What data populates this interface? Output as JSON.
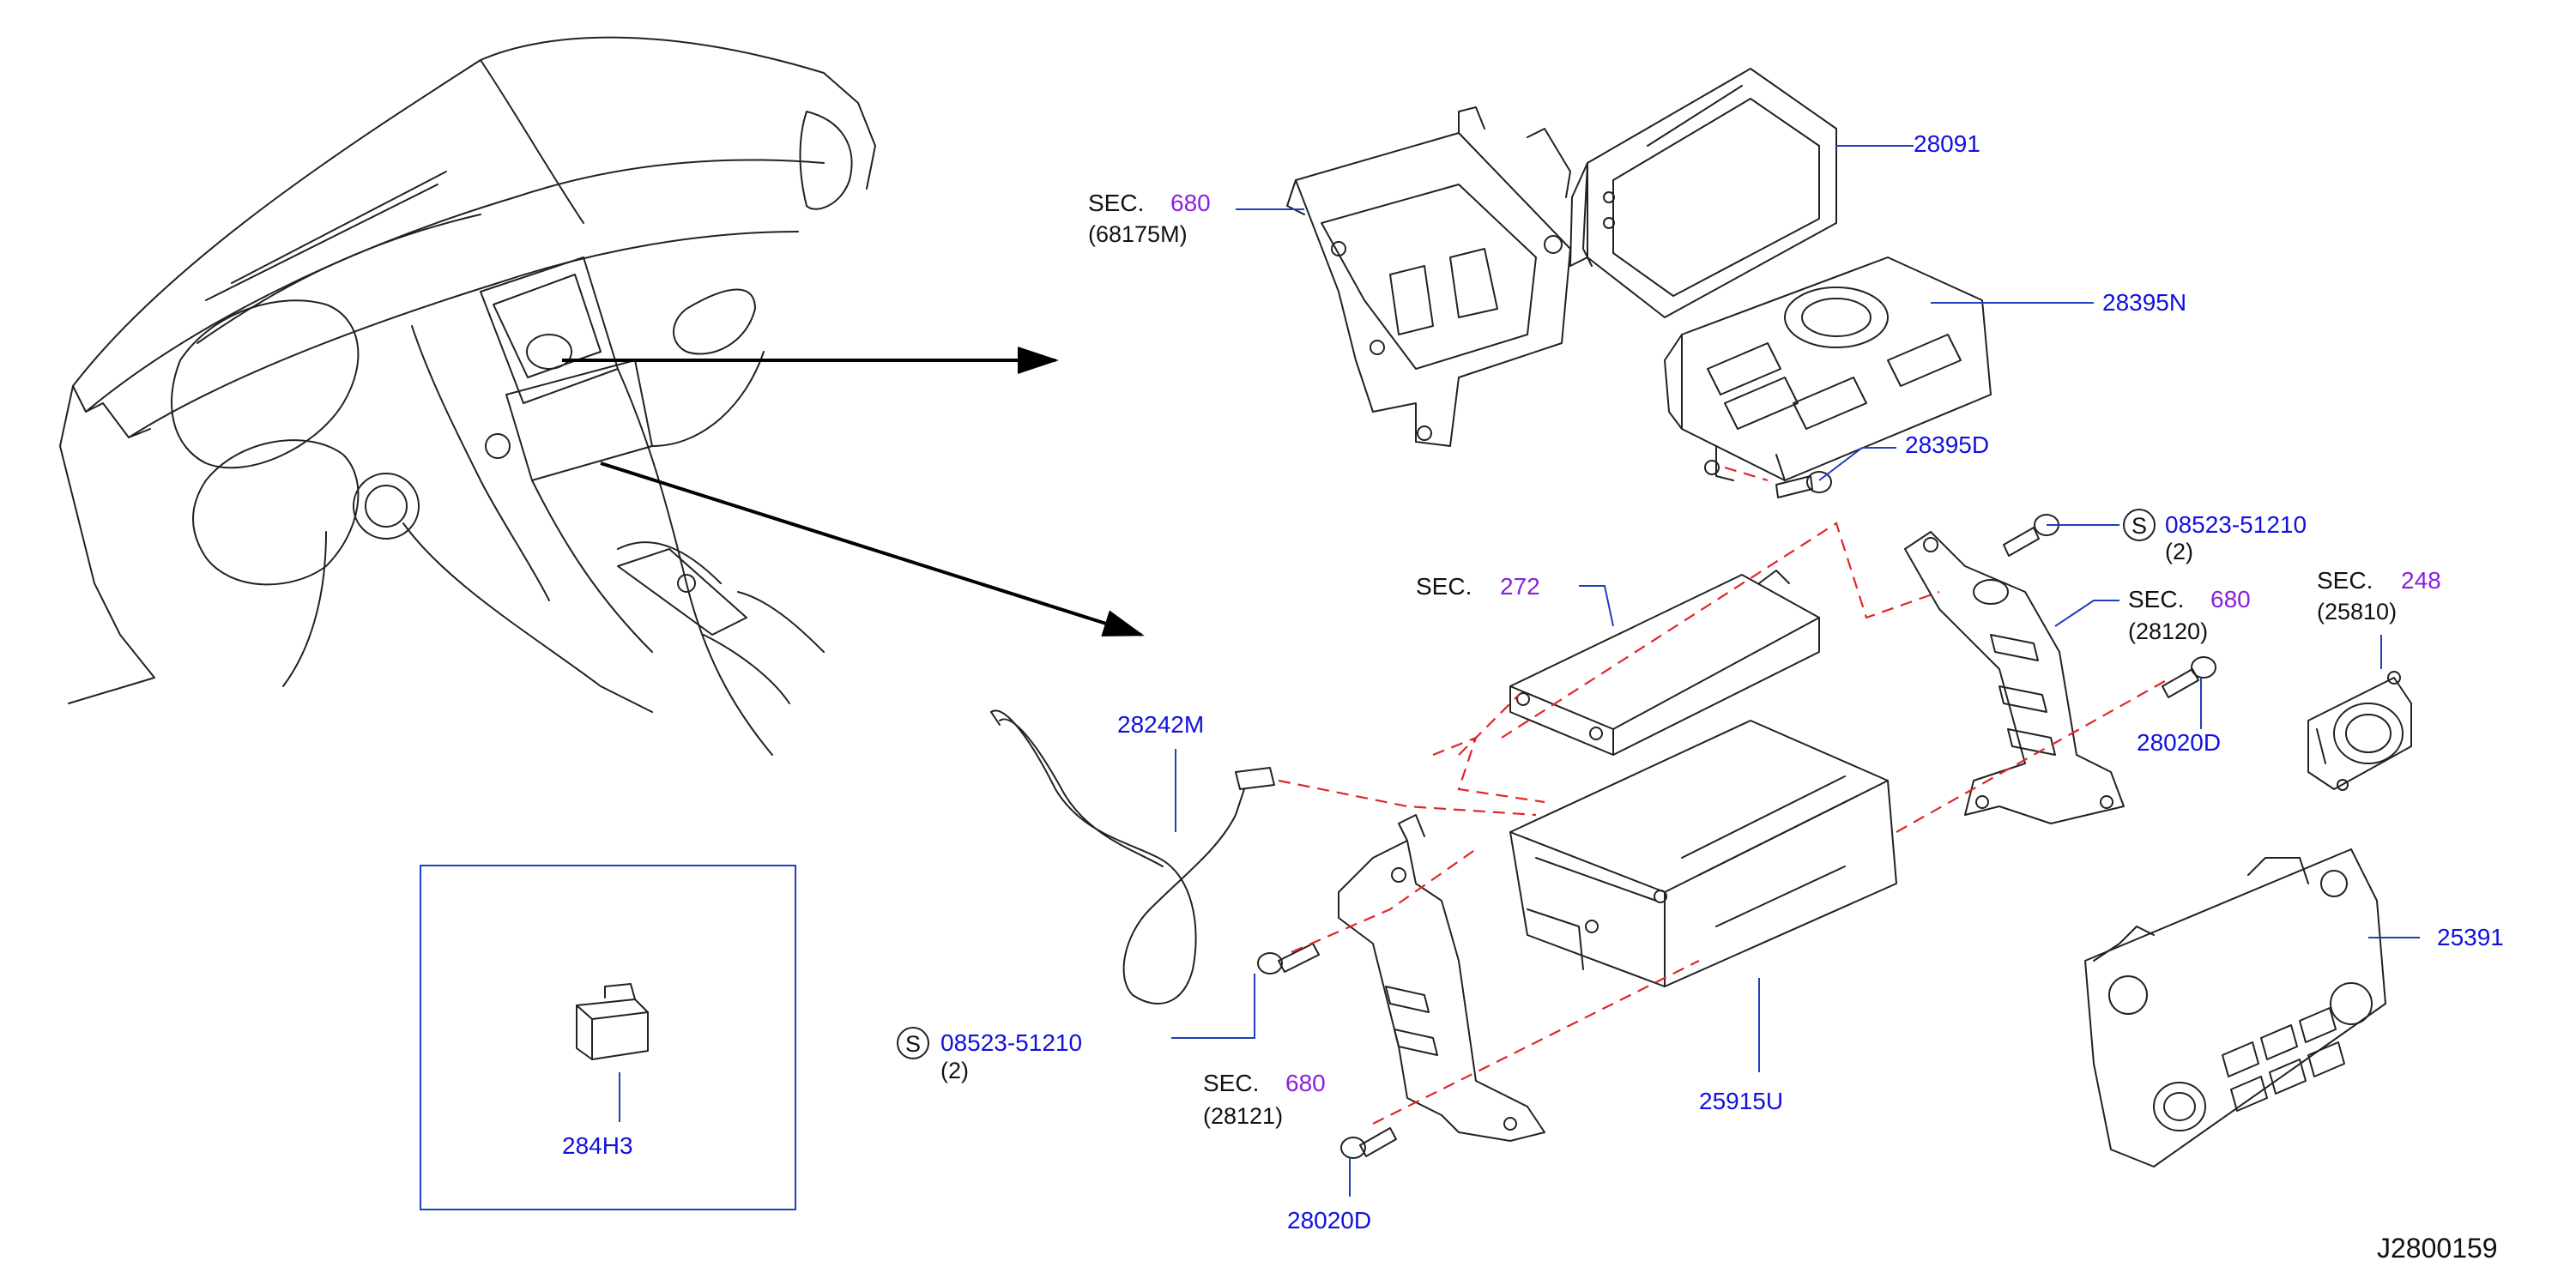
{
  "colors": {
    "part_number": "#1010e0",
    "section_number": "#8a1fdc",
    "leader": "#1e3fbf",
    "dashed": "#e0262b",
    "arrow": "#000000",
    "ink": "#222222"
  },
  "labels": {
    "p28091": "28091",
    "p28395N": "28395N",
    "p28395D": "28395D",
    "s_screw_top": "08523-51210",
    "s_screw_top_qty": "(2)",
    "s_screw_bottom": "08523-51210",
    "s_screw_bottom_qty": "(2)",
    "p28020D_right": "28020D",
    "p28020D_bottom": "28020D",
    "p28242M": "28242M",
    "p25915U": "25915U",
    "p25391": "25391",
    "p284H3": "284H3",
    "sec_prefix": "SEC.",
    "sec680_a": "680",
    "sec680_a_ref": "(68175M)",
    "sec272": "272",
    "sec680_b": "680",
    "sec680_b_ref": "(28120)",
    "sec248": "248",
    "sec248_ref": "(25810)",
    "sec680_c": "680",
    "sec680_c_ref": "(28121)",
    "circled_s": "S",
    "diagram_id": "J2800159"
  },
  "icons": [
    "dashboard-illustration",
    "display-bracket",
    "display-unit",
    "control-panel-unit",
    "bolt",
    "amp-module",
    "head-unit-box",
    "side-bracket",
    "wire-harness",
    "bracket-28121",
    "sensor-unit",
    "climate-control-panel",
    "connector-part",
    "pointer-arrow"
  ]
}
